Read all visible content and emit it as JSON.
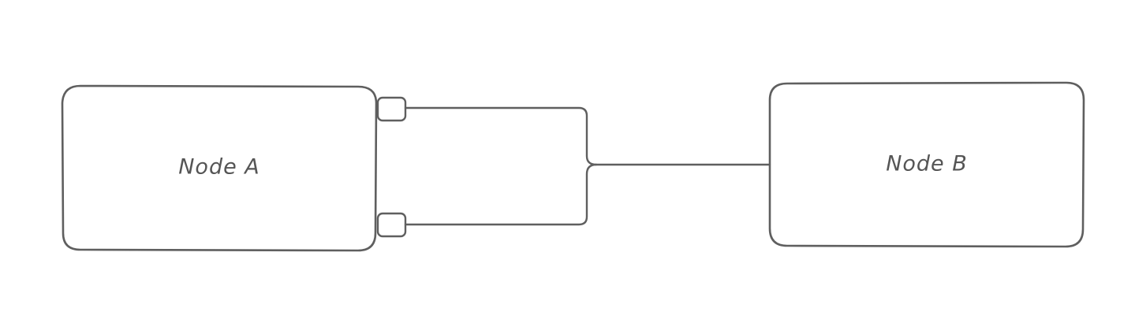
{
  "diagram": {
    "nodes": [
      {
        "id": "node-a",
        "label": "Node A"
      },
      {
        "id": "node-b",
        "label": "Node B"
      }
    ],
    "ports": [
      {
        "id": "port-top",
        "node": "node-a"
      },
      {
        "id": "port-bottom",
        "node": "node-a"
      }
    ],
    "edges": [
      {
        "from": "port-top",
        "to": "node-b"
      },
      {
        "from": "port-bottom",
        "to": "node-b"
      }
    ]
  },
  "colors": {
    "stroke": "#5f5f5f",
    "label": "#555555",
    "background": "#ffffff"
  }
}
